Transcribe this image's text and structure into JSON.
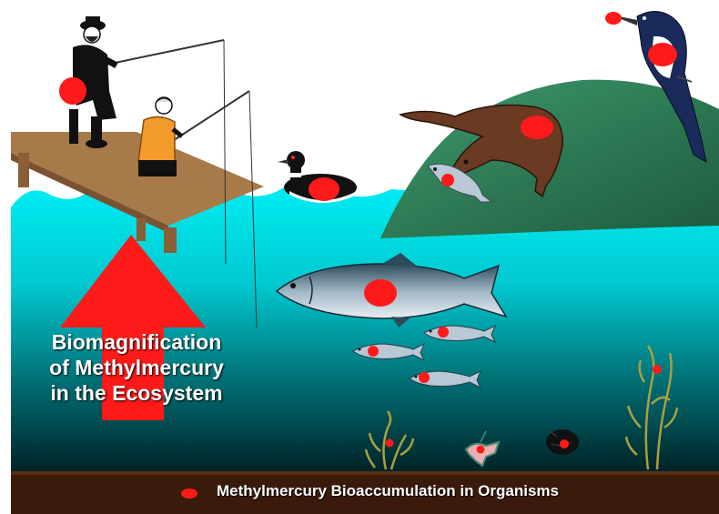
{
  "caption": {
    "line1": "Biomagnification",
    "line2": "of Methylmercury",
    "line3": "in the Ecosystem"
  },
  "legend": {
    "label": "Methylmercury Bioaccumulation in Organisms",
    "marker_color": "#ff1a1a"
  },
  "colors": {
    "sky": "#ffffff",
    "water_top": "#00e5ee",
    "water_bottom": "#002a2e",
    "sediment": "#3a1a0a",
    "dock": "#a87a4a",
    "hill": "#2e7d57",
    "arrow": "#ff1a1a",
    "mercury_dot": "#ff1a1a"
  },
  "organisms": [
    "fisherman-adult",
    "fisherman-child",
    "loon",
    "otter",
    "caught-fish",
    "kingfisher",
    "salmon",
    "small-fish",
    "aquatic-plant",
    "invertebrate",
    "snail"
  ]
}
